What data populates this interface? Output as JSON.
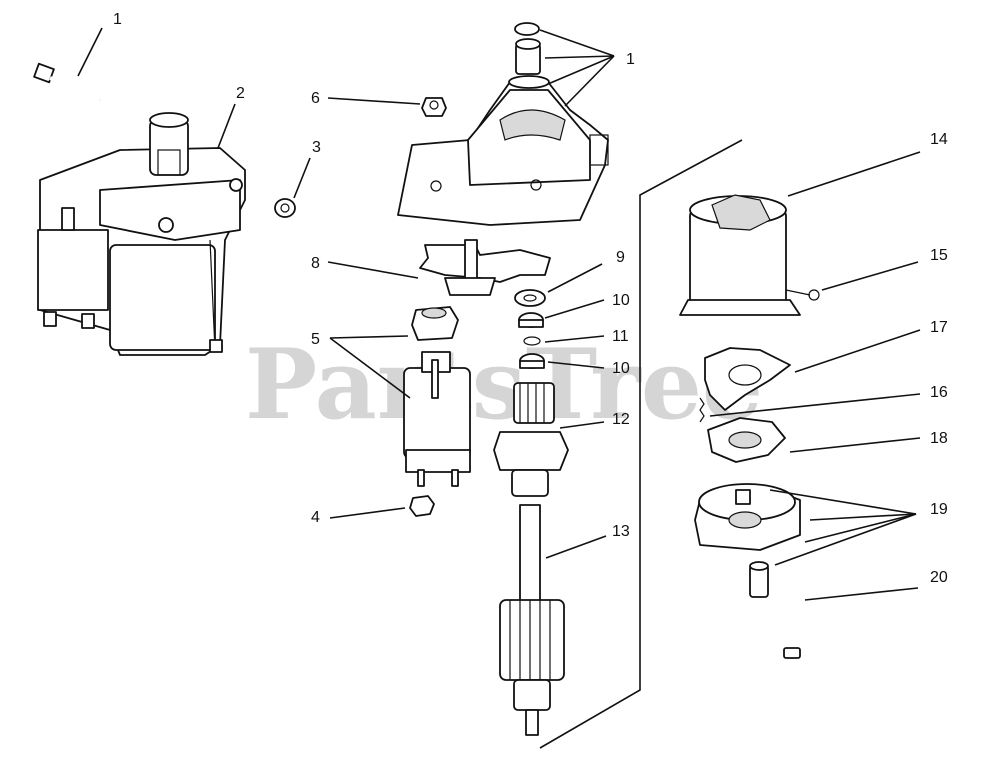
{
  "watermark": "PartsTree",
  "callouts": [
    {
      "id": "c1a",
      "text": "1"
    },
    {
      "id": "c2",
      "text": "2"
    },
    {
      "id": "c3",
      "text": "3"
    },
    {
      "id": "c6",
      "text": "6"
    },
    {
      "id": "c1b",
      "text": "1"
    },
    {
      "id": "c14",
      "text": "14"
    },
    {
      "id": "c8",
      "text": "8"
    },
    {
      "id": "c9",
      "text": "9"
    },
    {
      "id": "c15",
      "text": "15"
    },
    {
      "id": "c10a",
      "text": "10"
    },
    {
      "id": "c5",
      "text": "5"
    },
    {
      "id": "c11",
      "text": "11"
    },
    {
      "id": "c17",
      "text": "17"
    },
    {
      "id": "c10b",
      "text": "10"
    },
    {
      "id": "c16",
      "text": "16"
    },
    {
      "id": "c12",
      "text": "12"
    },
    {
      "id": "c18",
      "text": "18"
    },
    {
      "id": "c4",
      "text": "4"
    },
    {
      "id": "c19",
      "text": "19"
    },
    {
      "id": "c13",
      "text": "13"
    },
    {
      "id": "c20",
      "text": "20"
    }
  ]
}
